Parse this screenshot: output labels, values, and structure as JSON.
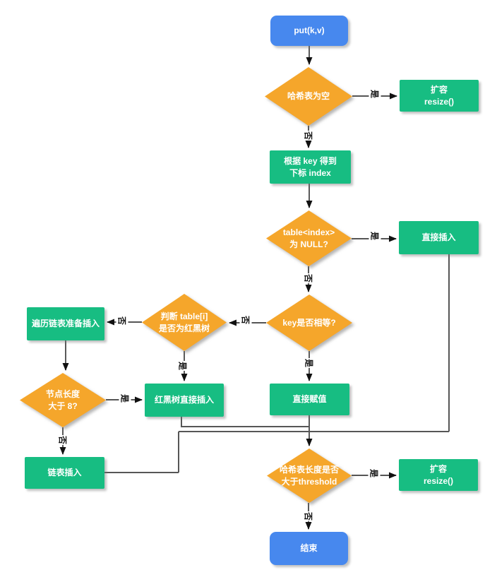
{
  "colors": {
    "process_green": "#17bd82",
    "decision_orange": "#f5a62b",
    "terminal_blue": "#4788ee",
    "line": "#444444",
    "edge_label_text": "#141414"
  },
  "edge_labels": {
    "yes": "是",
    "no": "否"
  },
  "nodes": {
    "start": {
      "label": "put(k,v)"
    },
    "check_empty": {
      "label": "哈希表为空"
    },
    "resize_top": {
      "line1": "扩容",
      "line2": "resize()"
    },
    "get_index": {
      "line1": "根据 key 得到",
      "line2": "下标 index"
    },
    "check_null": {
      "line1": "table<index>",
      "line2": "为 NULL?"
    },
    "direct_insert": {
      "label": "直接插入"
    },
    "check_key_equal": {
      "label": "key是否相等?"
    },
    "check_rbtree": {
      "line1": "判断 table[i]",
      "line2": "是否为红黑树"
    },
    "traverse_list": {
      "label": "遍历链表准备插入"
    },
    "check_node_len": {
      "line1": "节点长度",
      "line2": "大于 8?"
    },
    "rbtree_insert": {
      "label": "红黑树直接插入"
    },
    "direct_assign": {
      "label": "直接赋值"
    },
    "list_insert": {
      "label": "链表插入"
    },
    "check_threshold": {
      "line1": "哈希表长度是否",
      "line2": "大于threshold"
    },
    "resize_bottom": {
      "line1": "扩容",
      "line2": "resize()"
    },
    "end": {
      "label": "结束"
    }
  }
}
